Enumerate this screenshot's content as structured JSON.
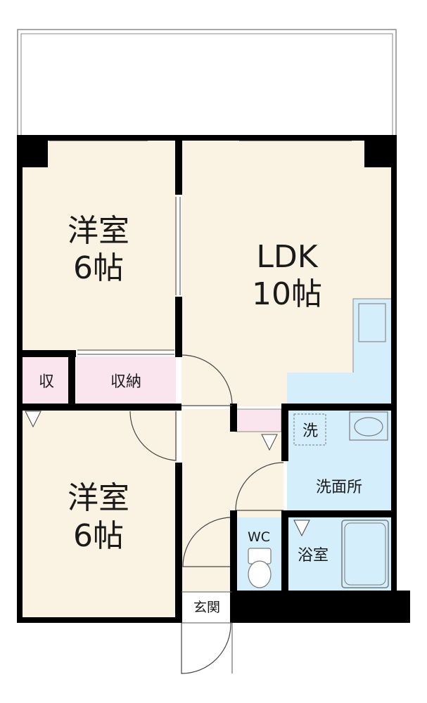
{
  "rooms": {
    "western_room_top": {
      "name": "洋室",
      "size": "6帖"
    },
    "ldk": {
      "name": "LDK",
      "size": "10帖"
    },
    "western_room_bottom": {
      "name": "洋室",
      "size": "6帖"
    },
    "closet_small": {
      "name": "収"
    },
    "closet_storage": {
      "name": "収納"
    },
    "washroom": {
      "name": "洗面所"
    },
    "washer": {
      "name": "洗"
    },
    "toilet": {
      "name": "WC"
    },
    "bath": {
      "name": "浴室"
    },
    "entrance": {
      "name": "玄関"
    }
  },
  "colors": {
    "wall": "#000000",
    "room_floor": "#faf3e3",
    "storage": "#fae4ee",
    "wet_area": "#d4eefb",
    "line": "#555555"
  }
}
